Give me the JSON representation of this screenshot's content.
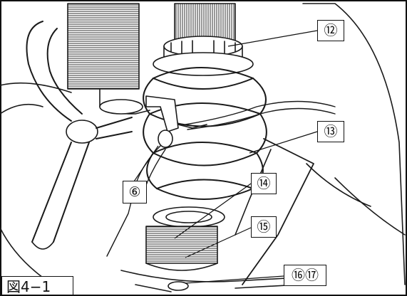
{
  "figure": {
    "label": "図4−1",
    "callouts": [
      {
        "id": "c12",
        "text": "⑫"
      },
      {
        "id": "c13",
        "text": "⑬"
      },
      {
        "id": "c6",
        "text": "⑥"
      },
      {
        "id": "c14",
        "text": "⑭"
      },
      {
        "id": "c15",
        "text": "⑮"
      },
      {
        "id": "c1617",
        "text": "⑯⑰"
      }
    ]
  },
  "colors": {
    "line": "#1a1a1a",
    "background": "#ffffff"
  }
}
